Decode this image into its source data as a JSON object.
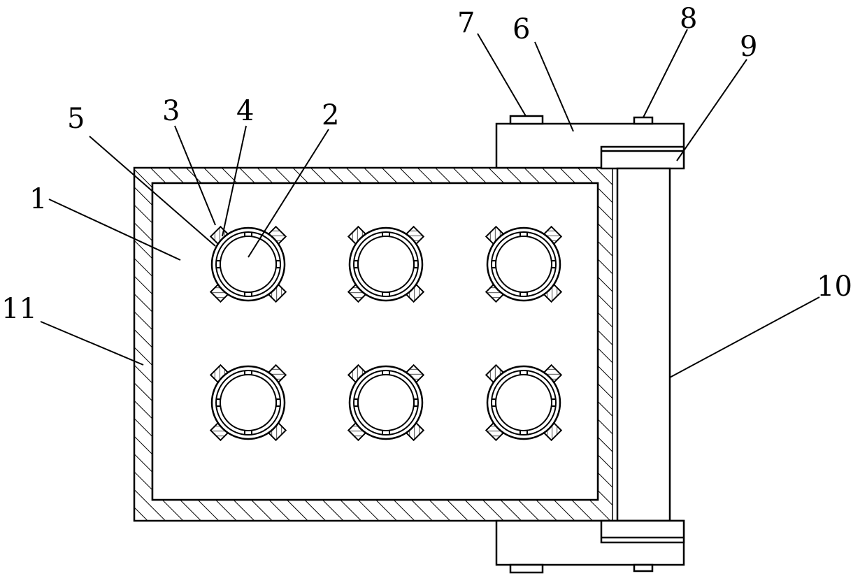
{
  "figure": {
    "background": "#ffffff",
    "line_color": "#000000",
    "labels": [
      {
        "id": "1",
        "text": "1"
      },
      {
        "id": "2",
        "text": "2"
      },
      {
        "id": "3",
        "text": "3"
      },
      {
        "id": "4",
        "text": "4"
      },
      {
        "id": "5",
        "text": "5"
      },
      {
        "id": "6",
        "text": "6"
      },
      {
        "id": "7",
        "text": "7"
      },
      {
        "id": "8",
        "text": "8"
      },
      {
        "id": "9",
        "text": "9"
      },
      {
        "id": "10",
        "text": "10"
      },
      {
        "id": "11",
        "text": "11"
      }
    ],
    "grid": {
      "rows": 2,
      "columns": 3
    }
  }
}
